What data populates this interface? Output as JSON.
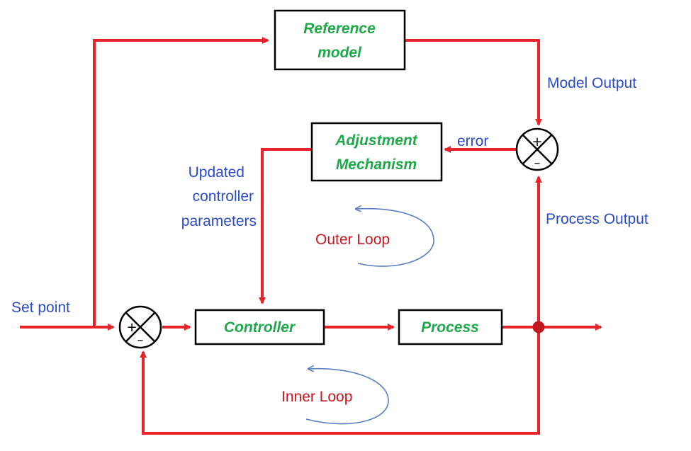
{
  "blocks": {
    "reference_model": [
      "Reference",
      "model"
    ],
    "adjustment_mechanism": [
      "Adjustment",
      "Mechanism"
    ],
    "controller": "Controller",
    "process": "Process"
  },
  "labels": {
    "model_output": "Model Output",
    "error": "error",
    "process_output": "Process Output",
    "set_point": "Set point",
    "updated_params": [
      "Updated",
      "controller",
      "parameters"
    ],
    "outer_loop": "Outer Loop",
    "inner_loop": "Inner Loop"
  },
  "signs": {
    "plus": "+",
    "minus": "–"
  },
  "colors": {
    "wire": "#e8232a",
    "block_text": "#1fa84a",
    "label": "#2a4bc8",
    "loop_label": "#c8171e",
    "loop_arrow": "#5a7fc4"
  }
}
